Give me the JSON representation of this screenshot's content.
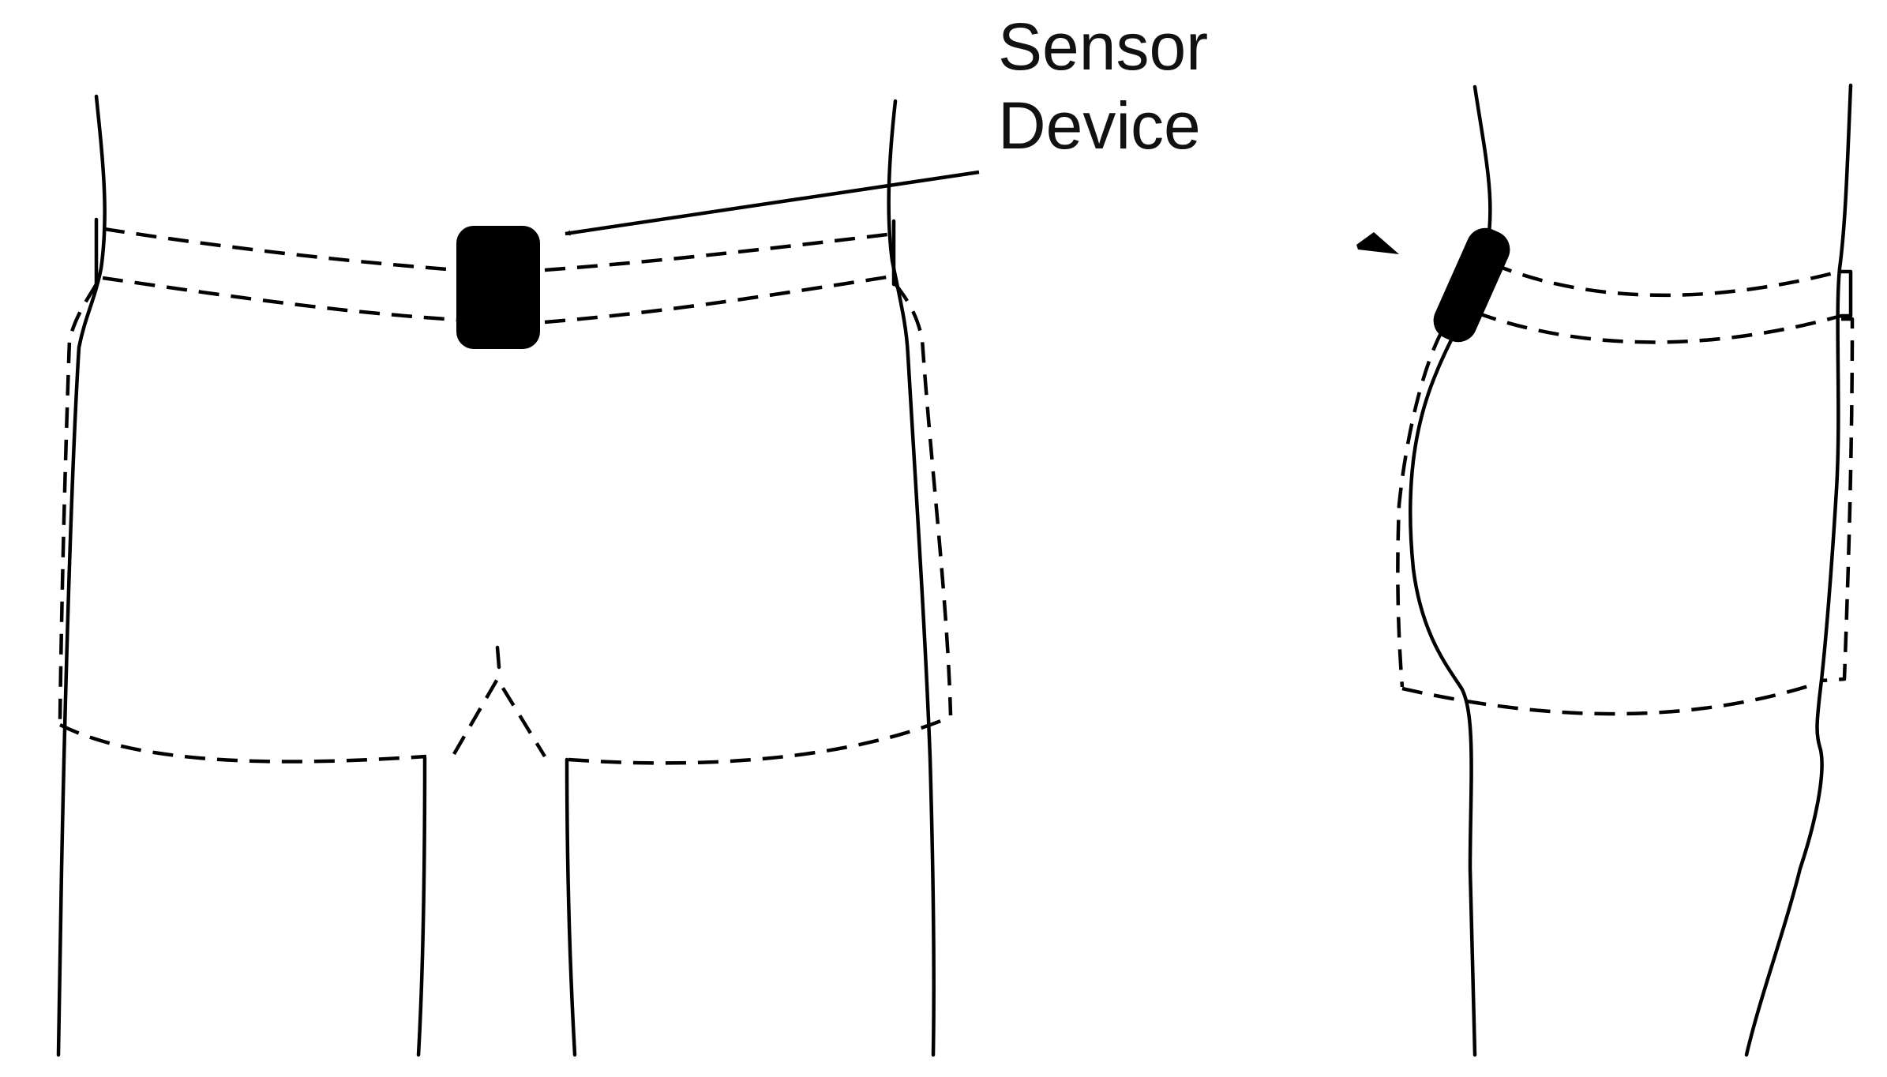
{
  "diagram": {
    "label": {
      "line1": "Sensor",
      "line2": "Device"
    },
    "colors": {
      "background": "#ffffff",
      "ink": "#000000"
    },
    "views": [
      "front-view",
      "side-view"
    ]
  }
}
